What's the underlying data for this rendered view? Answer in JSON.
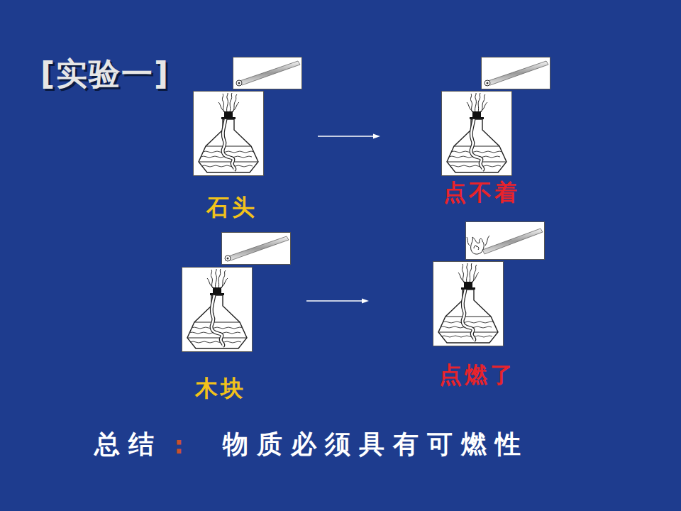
{
  "diagram": {
    "title": "[实验一]",
    "labels": [
      "石头",
      "点不着",
      "木块",
      "点燃了",
      "总结",
      ":",
      "物质必须具有可燃性"
    ]
  }
}
